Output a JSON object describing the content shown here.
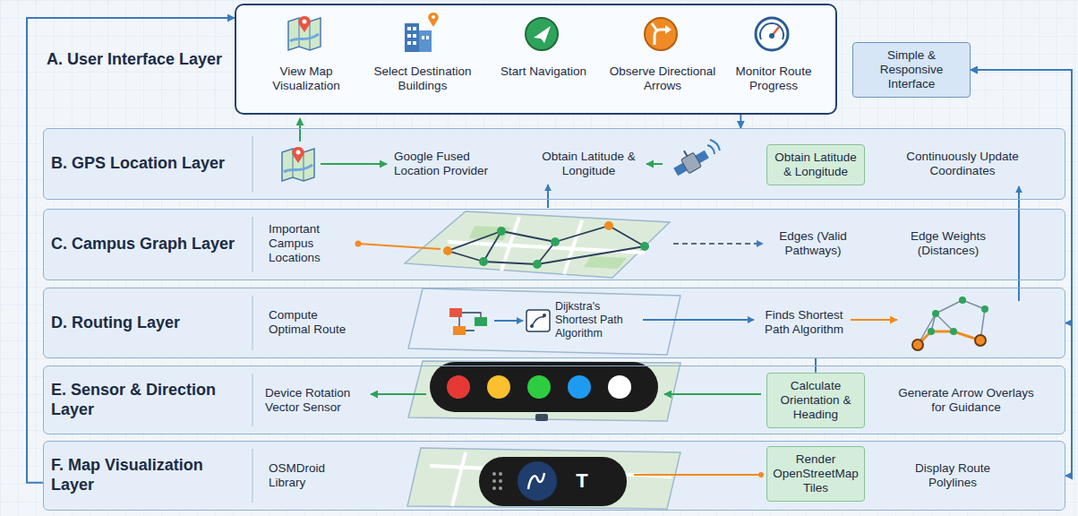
{
  "diagram": {
    "nodes": [
      {
        "text": [
          "A. User Interface Layer"
        ]
      },
      {
        "text": [
          "View Map Visualization"
        ],
        "in": 0
      },
      {
        "text": [
          "Select Destination Buildings"
        ],
        "in": 0
      },
      {
        "text": [
          "Start Navigation"
        ],
        "in": 0
      },
      {
        "text": [
          "Observe Directional Arrows"
        ],
        "in": 0
      },
      {
        "text": [
          "Monitor Route Progress"
        ],
        "in": 0
      },
      {
        "text": [
          "Simple & Responsive Interface"
        ]
      },
      {
        "text": [
          "B. GPS Location Layer"
        ]
      },
      {
        "text": [
          "Obtain Latitude & Longitude"
        ],
        "in": 7
      },
      {
        "text": [
          "C. Campus Graph Layer"
        ]
      },
      {
        "text": [
          "D. Routing Layer"
        ]
      },
      {
        "text": [
          "E. Sensor & Direction Layer"
        ]
      },
      {
        "text": [
          "Calculate Orientation & Heading"
        ],
        "in": 11
      },
      {
        "text": [
          "F. Map Visualization Layer"
        ]
      },
      {
        "text": [
          "Render OpenStreetMap Tiles"
        ],
        "in": 13
      }
    ],
    "edges": [
      {
        "from": 13,
        "to": 0,
        "arrow": "to"
      },
      {
        "from": 0,
        "to": 7,
        "arrow": "to"
      },
      {
        "from": 6,
        "to": 10,
        "arrow": "both"
      },
      {
        "from": 6,
        "to": 13,
        "arrow": "both"
      },
      {
        "from": 12,
        "to": 10,
        "arrow": "none"
      }
    ],
    "labels": [
      "Google Fused Location Provider",
      "Obtain Latitude & Longitude",
      "Continuously Update Coordinates",
      "Important Campus Locations",
      "Edges (Valid Pathways)",
      "Edge Weights (Distances)",
      "Compute Optimal Route",
      "Dijkstra's Shortest Path Algorithm",
      "Finds Shortest Path Algorithm",
      "Device Rotation Vector Sensor",
      "Generate Arrow Overlays for Guidance",
      "OSMDroid Library",
      "Display Route Polylines",
      "T"
    ]
  }
}
